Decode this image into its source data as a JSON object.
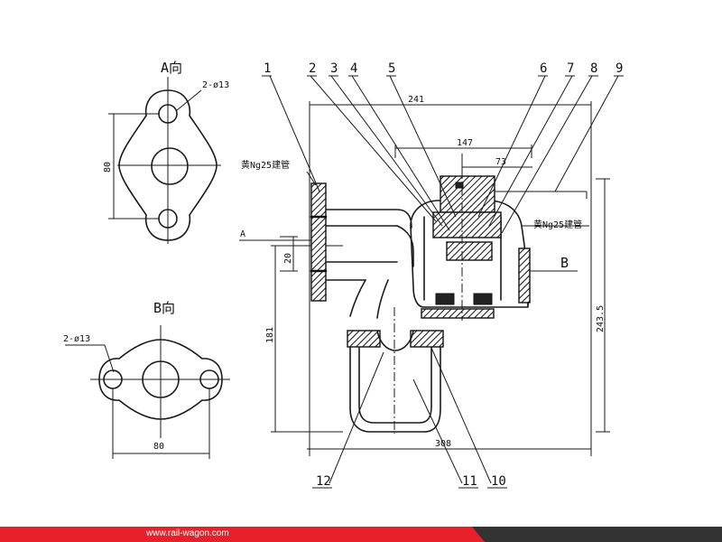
{
  "views": {
    "a_view_title": "A向",
    "b_view_title": "B向",
    "a_holes": "2-ø13",
    "b_holes": "2-ø13",
    "a_dim": "80",
    "b_dim": "80"
  },
  "callouts": [
    "1",
    "2",
    "3",
    "4",
    "5",
    "6",
    "7",
    "8",
    "9",
    "10",
    "11",
    "12"
  ],
  "dimensions": {
    "d241": "241",
    "d147": "147",
    "d73": "73",
    "d308": "308",
    "d181": "181",
    "d2435": "243.5",
    "d20": "20"
  },
  "notes": {
    "left_pipe": "黄Ng25建管",
    "right_pipe": "黄Ng25建管",
    "arrow_a": "A",
    "arrow_b": "B"
  },
  "footer": {
    "url": "www.rail-wagon.com"
  }
}
